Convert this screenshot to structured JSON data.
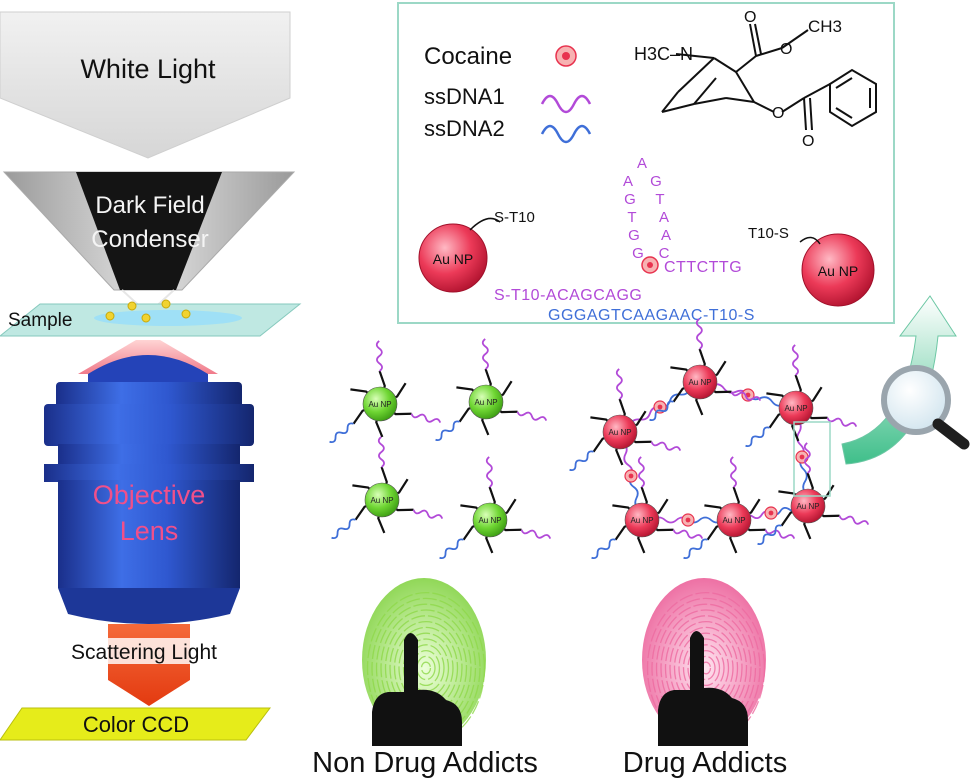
{
  "microscope": {
    "light_source": "White Light",
    "condenser_line1": "Dark Field",
    "condenser_line2": "Condenser",
    "sample": "Sample",
    "objective_line1": "Objective",
    "objective_line2": "Lens",
    "scattering": "Scattering Light",
    "detector": "Color CCD"
  },
  "legend": {
    "cocaine": "Cocaine",
    "ssdna1": "ssDNA1",
    "ssdna2": "ssDNA2"
  },
  "molecule": {
    "n_methyl": "H3C–N",
    "methyl_ester": "CH3",
    "o1": "O",
    "o2": "O",
    "o3": "O",
    "o4": "O"
  },
  "aptamer": {
    "particle_label": "Au NP",
    "left_linker": "S-T10",
    "right_linker": "T10-S",
    "strand1_row": "S-T10-ACAGCAGG",
    "strand1_right": "CTTCTTG",
    "strand2_row": "GGGAGTCAAGAAC-T10-S",
    "loop_left": [
      "A",
      "G",
      "T",
      "G",
      "G"
    ],
    "loop_right": [
      "G",
      "T",
      "A",
      "A",
      "C"
    ],
    "loop_top": "A"
  },
  "groups": {
    "negative": "Non Drug Addicts",
    "positive": "Drug Addicts"
  },
  "colors": {
    "ssdna1": "#b24ad8",
    "ssdna2": "#3f6fd8",
    "au_np_positive": "#e8304e",
    "au_np_negative": "#69d22f",
    "objective": "#2c58d6",
    "beam": "#ee4a1c",
    "ccd": "#e6ec1a",
    "frame": "#9cd8c6",
    "fingerprint_negative": "#8fd84a",
    "fingerprint_positive": "#ee6aa0"
  }
}
